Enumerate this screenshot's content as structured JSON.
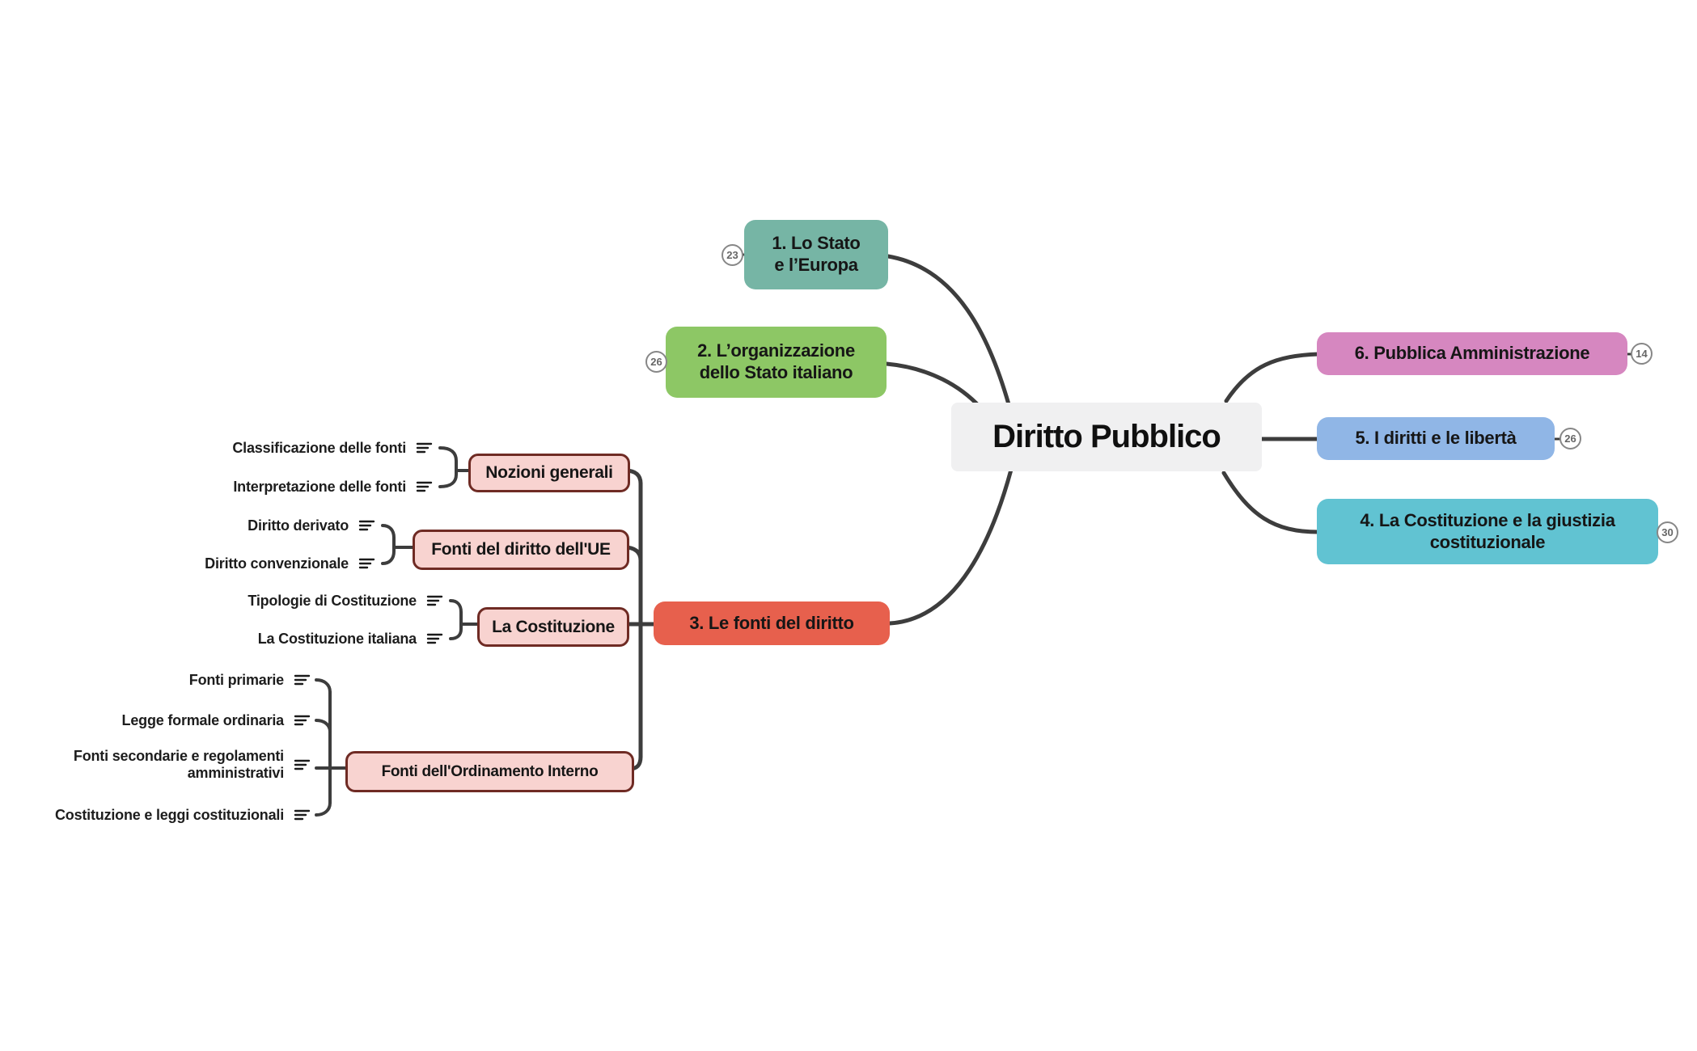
{
  "root": {
    "label": "Diritto Pubblico"
  },
  "colors": {
    "edge": "#3d3d3d",
    "root_bg": "#f0f0f1",
    "branch1": "#76b5a5",
    "branch2": "#8dc765",
    "branch3": "#e7604d",
    "branch4": "#61c3d2",
    "branch5": "#90b6e6",
    "branch6": "#d687c0",
    "subnode_bg": "#f8d3d0",
    "subnode_border": "#6f2b24"
  },
  "branches": [
    {
      "label": "1. Lo Stato e l’Europa",
      "lines": [
        "1. Lo Stato",
        "e l’Europa"
      ],
      "badge": "23"
    },
    {
      "label": "2. L’organizzazione dello Stato italiano",
      "lines": [
        "2. L’organizzazione",
        "dello Stato italiano"
      ],
      "badge": "26"
    },
    {
      "label": "3. Le fonti del diritto",
      "badge": ""
    },
    {
      "label": "4. La Costituzione e la giustizia costituzionale",
      "lines": [
        "4. La Costituzione e la giustizia",
        "costituzionale"
      ],
      "badge": "30"
    },
    {
      "label": "5. I diritti e le libertà",
      "badge": "26"
    },
    {
      "label": "6. Pubblica Amministrazione",
      "badge": "14"
    }
  ],
  "subtopics": [
    {
      "label": "Nozioni generali",
      "children": [
        {
          "label": "Classificazione delle fonti"
        },
        {
          "label": "Interpretazione delle fonti"
        }
      ]
    },
    {
      "label": "Fonti del diritto dell'UE",
      "children": [
        {
          "label": "Diritto derivato"
        },
        {
          "label": "Diritto convenzionale"
        }
      ]
    },
    {
      "label": "La Costituzione",
      "children": [
        {
          "label": "Tipologie di Costituzione"
        },
        {
          "label": "La Costituzione italiana"
        }
      ]
    },
    {
      "label": "Fonti dell'Ordinamento Interno",
      "children": [
        {
          "label": "Fonti primarie"
        },
        {
          "label": "Legge formale ordinaria"
        },
        {
          "label": "Fonti secondarie e regolamenti amministrativi",
          "lines": [
            "Fonti secondarie e regolamenti",
            "amministrativi"
          ]
        },
        {
          "label": "Costituzione e leggi costituzionali"
        }
      ]
    }
  ]
}
